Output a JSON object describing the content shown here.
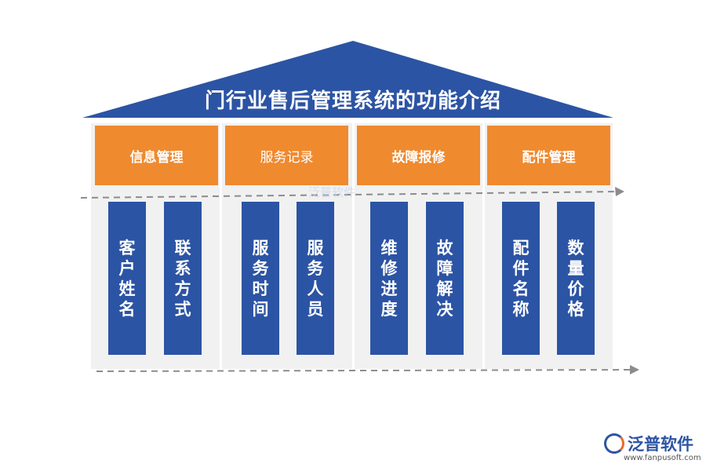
{
  "title": "门行业售后管理系统的功能介绍",
  "colors": {
    "roof": "#2c54a4",
    "header": "#ef8a2f",
    "pillar": "#2c54a4",
    "panel": "#f1f1f1"
  },
  "columns": [
    {
      "header": "信息管理",
      "pillars": [
        [
          "客",
          "户",
          "姓",
          "名"
        ],
        [
          "联",
          "系",
          "方",
          "式"
        ]
      ]
    },
    {
      "header": "服务记录",
      "pillars": [
        [
          "服",
          "务",
          "时",
          "间"
        ],
        [
          "服",
          "务",
          "人",
          "员"
        ]
      ]
    },
    {
      "header": "故障报修",
      "pillars": [
        [
          "维",
          "修",
          "进",
          "度"
        ],
        [
          "故",
          "障",
          "解",
          "决"
        ]
      ]
    },
    {
      "header": "配件管理",
      "pillars": [
        [
          "配",
          "件",
          "名",
          "称"
        ],
        [
          "数",
          "量",
          "价",
          "格"
        ]
      ]
    }
  ],
  "watermark": "泛普软件",
  "logo": {
    "name": "泛普软件",
    "url": "www.fanpusoft.com",
    "icon": "fanpu-logo-icon"
  }
}
